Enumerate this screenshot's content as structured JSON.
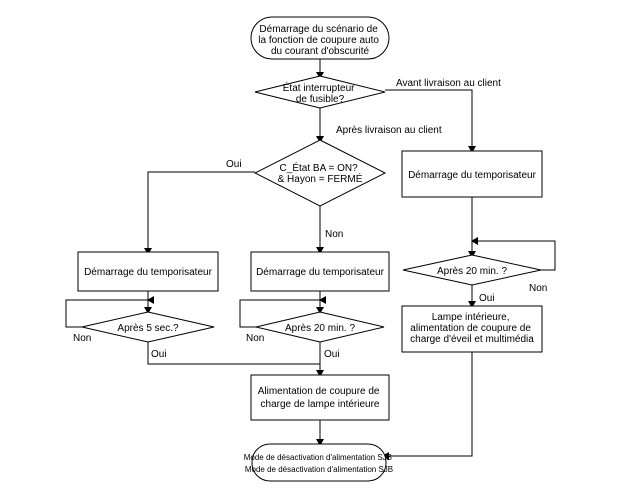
{
  "nodes": {
    "start": {
      "lines": [
        "Démarrage du scénario de",
        "la fonction de coupure auto",
        "du courant d'obscurité"
      ]
    },
    "fuse_decision": {
      "lines": [
        "État interrupteur",
        "de fusible?"
      ]
    },
    "state_decision": {
      "lines": [
        "C_État BA = ON?",
        "& Hayon = FERMÉ"
      ]
    },
    "timer_right": {
      "lines": [
        "Démarrage du temporisateur"
      ]
    },
    "timer_left": {
      "lines": [
        "Démarrage du temporisateur"
      ]
    },
    "timer_mid": {
      "lines": [
        "Démarrage du temporisateur"
      ]
    },
    "after20_right": {
      "lines": [
        "Après 20 min. ?"
      ]
    },
    "after5_left": {
      "lines": [
        "Après 5 sec.?"
      ]
    },
    "after20_mid": {
      "lines": [
        "Après 20 min. ?"
      ]
    },
    "lamp_multimedia": {
      "lines": [
        "Lampe intérieure,",
        "alimentation de coupure de",
        "charge d'éveil et multimédia"
      ]
    },
    "lamp_cutoff": {
      "lines": [
        "Alimentation de coupure de",
        "charge de lampe intérieure"
      ]
    },
    "sjb_mode": {
      "lines": [
        "Mode de désactivation d'alimentation SJB",
        "Mode de désactivation d'alimentation SJB"
      ]
    }
  },
  "edge_labels": {
    "before_delivery": "Avant livraison au client",
    "after_delivery": "Après livraison au client",
    "state_yes": "Oui",
    "state_no": "Non",
    "right_no": "Non",
    "right_yes": "Oui",
    "left_no": "Non",
    "left_yes": "Oui",
    "mid_no": "Non",
    "mid_yes": "Oui"
  }
}
